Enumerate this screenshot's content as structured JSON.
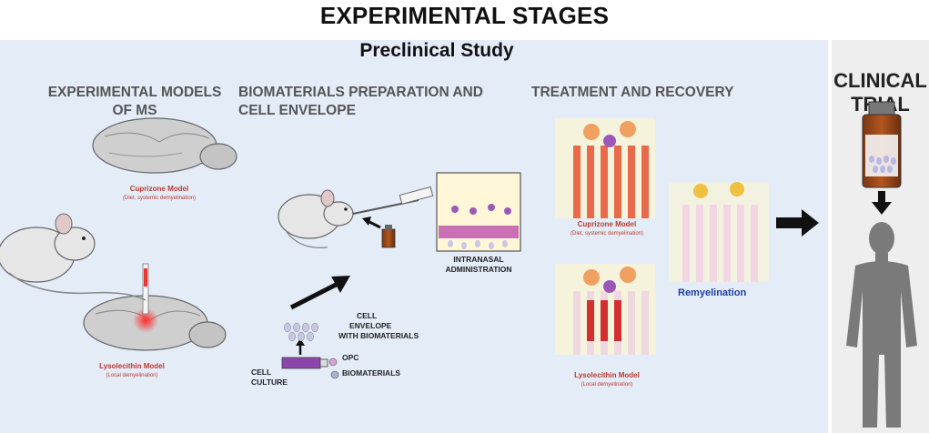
{
  "title": "EXPERIMENTAL STAGES",
  "preclinical": {
    "title": "Preclinical Study",
    "sections": {
      "models": [
        "EXPERIMENTAL MODELS",
        "OF MS"
      ],
      "biomaterials": [
        "BIOMATERIALS PREPARATION AND",
        "CELL ENVELOPE"
      ],
      "treatment": "TREATMENT AND RECOVERY"
    },
    "cuprizone": {
      "label": "Cuprizone Model",
      "sub": "(Diet, systemic demyelination)"
    },
    "lysolecithin": {
      "label": "Lysolecithin Model",
      "sub": "(Local demyelination)"
    },
    "cell_culture": [
      "CELL",
      "CULTURE"
    ],
    "opc": "OPC",
    "biomaterials_label": "BIOMATERIALS",
    "cell_envelope": [
      "CELL",
      "ENVELOPE",
      "WITH BIOMATERIALS"
    ],
    "intranasal": [
      "INTRANASAL",
      "ADMINISTRATION"
    ],
    "remyelination": "Remyelination"
  },
  "clinical": {
    "title": [
      "CLINICAL",
      "TRIAL"
    ]
  },
  "colors": {
    "panel": "#e4ecf8",
    "clinical_panel": "#eeeeee",
    "red_label": "#c0392b",
    "blue_label": "#1a3fa8"
  }
}
